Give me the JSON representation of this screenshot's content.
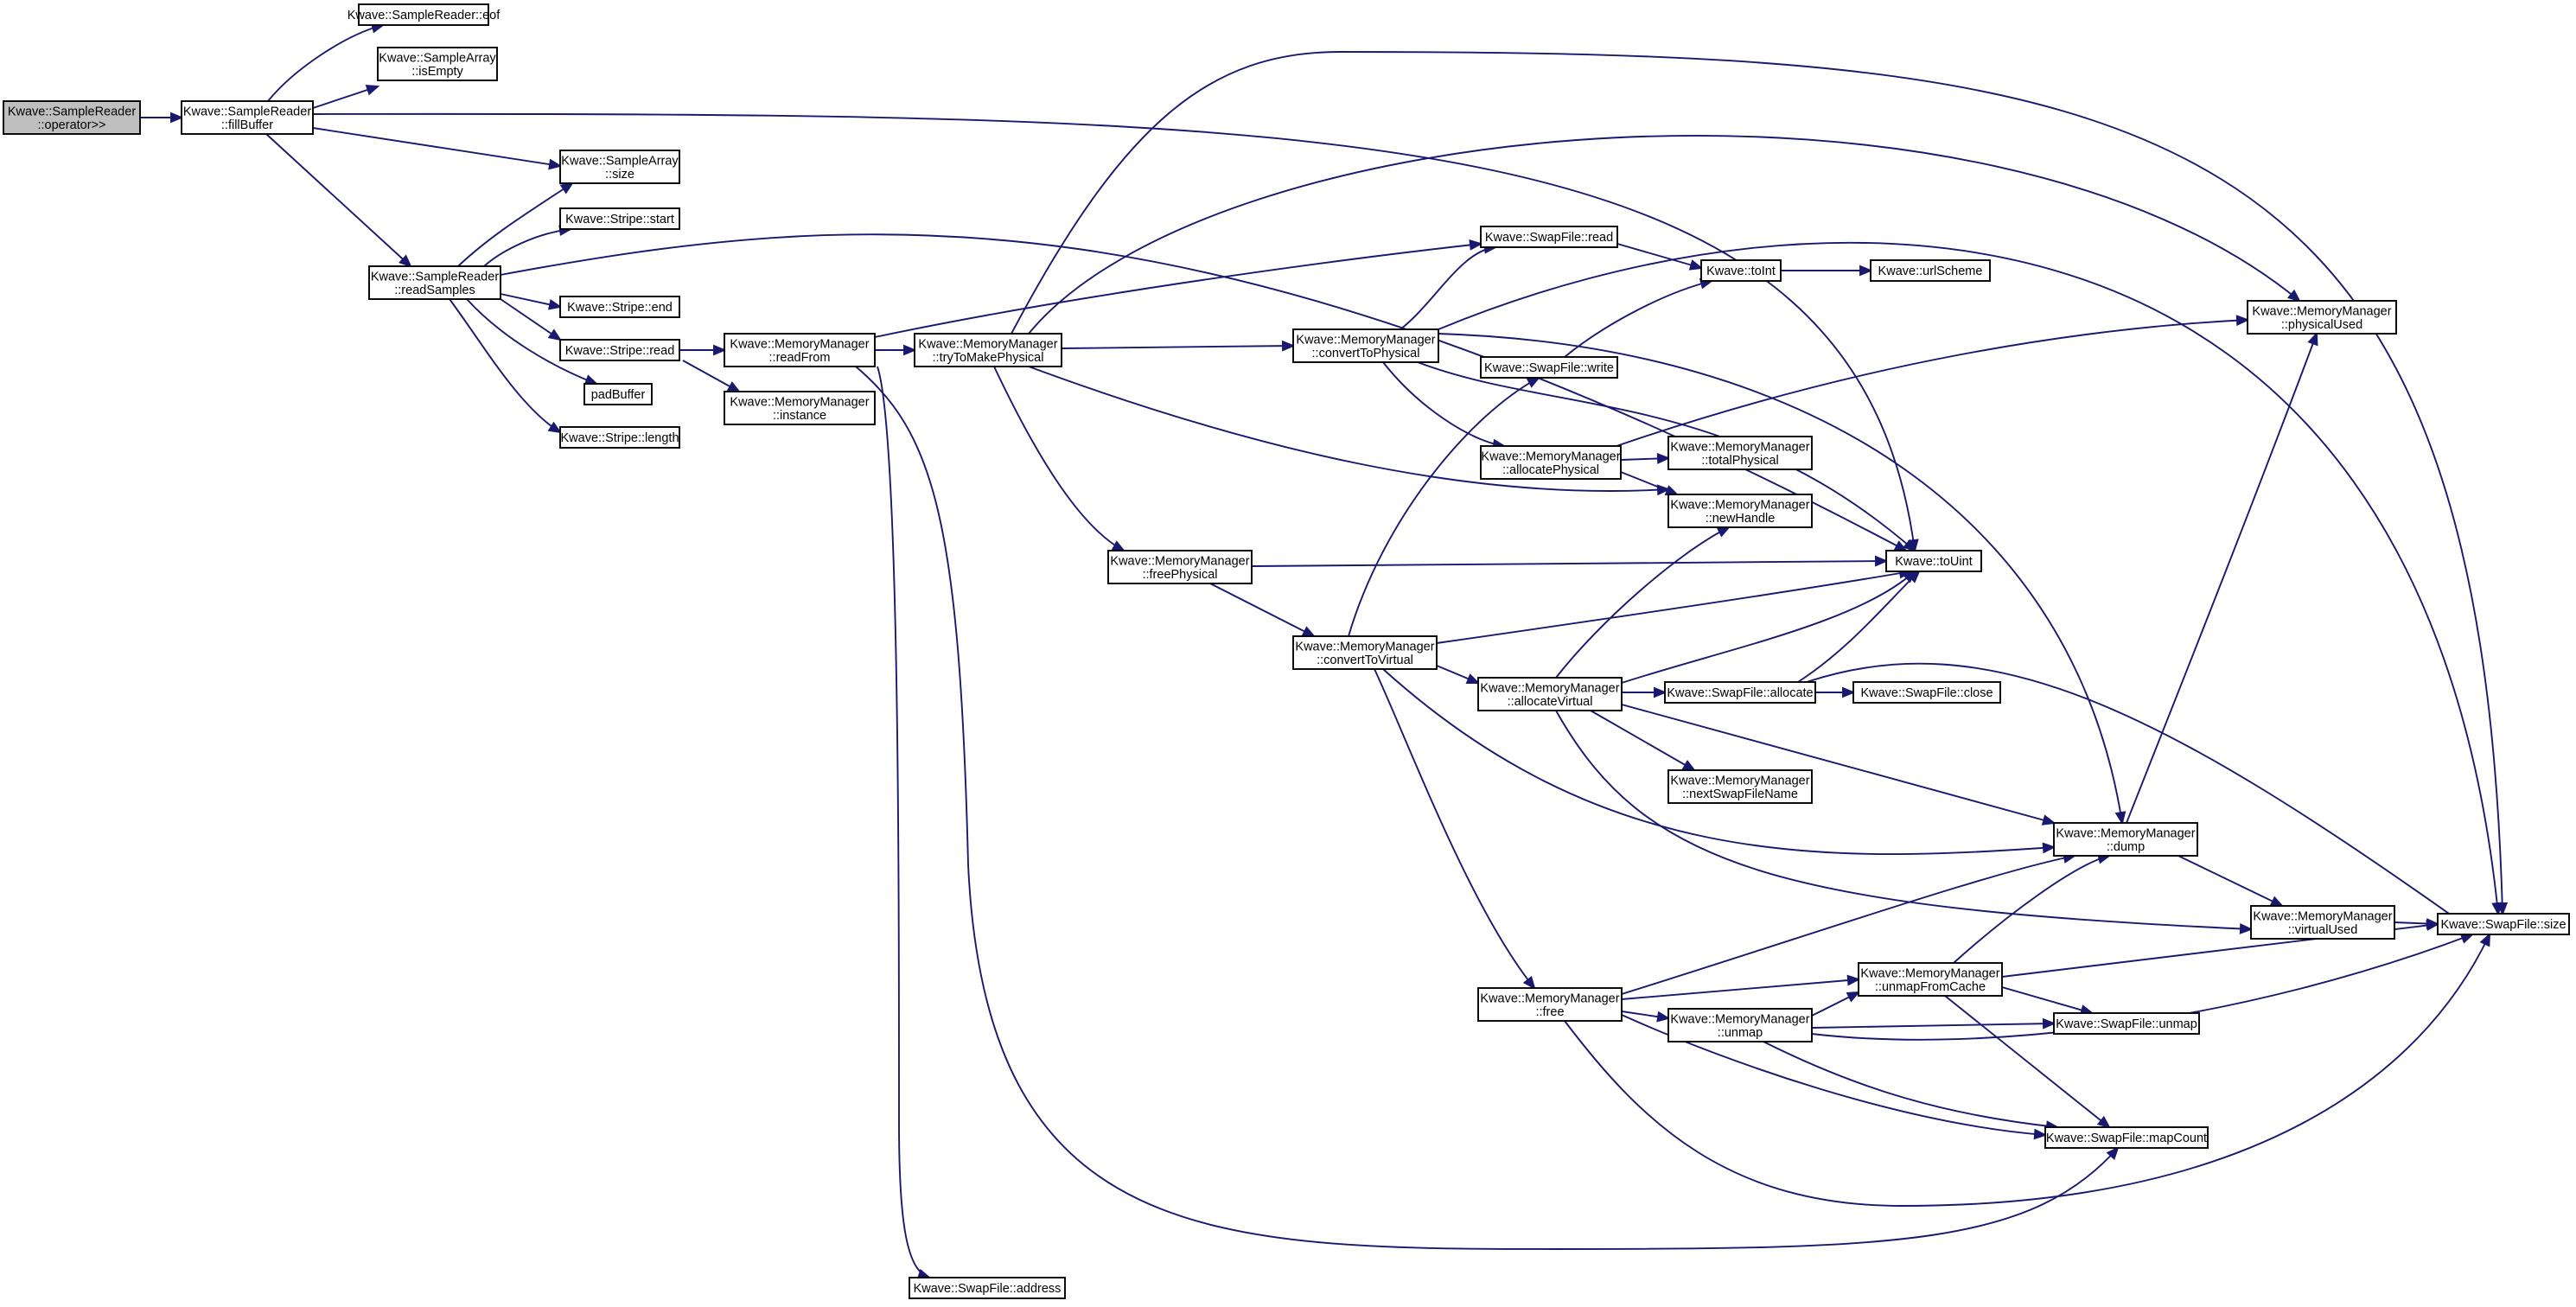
{
  "graph": {
    "title": "",
    "colors": {
      "edge": "#191970",
      "node_border": "#000000",
      "node_fill": "#ffffff",
      "root_fill": "#bfbfbf"
    },
    "nodes": [
      {
        "id": "sr_op",
        "lines": [
          "Kwave::SampleReader",
          "::operator>>"
        ],
        "root": true
      },
      {
        "id": "sr_fill",
        "lines": [
          "Kwave::SampleReader",
          "::fillBuffer"
        ]
      },
      {
        "id": "sr_eof",
        "lines": [
          "Kwave::SampleReader::eof"
        ]
      },
      {
        "id": "sa_isempty",
        "lines": [
          "Kwave::SampleArray",
          "::isEmpty"
        ]
      },
      {
        "id": "sa_size",
        "lines": [
          "Kwave::SampleArray",
          "::size"
        ]
      },
      {
        "id": "sr_read",
        "lines": [
          "Kwave::SampleReader",
          "::readSamples"
        ]
      },
      {
        "id": "st_start",
        "lines": [
          "Kwave::Stripe::start"
        ]
      },
      {
        "id": "st_end",
        "lines": [
          "Kwave::Stripe::end"
        ]
      },
      {
        "id": "st_read",
        "lines": [
          "Kwave::Stripe::read"
        ]
      },
      {
        "id": "padbuf",
        "lines": [
          "padBuffer"
        ]
      },
      {
        "id": "st_length",
        "lines": [
          "Kwave::Stripe::length"
        ]
      },
      {
        "id": "mm_readfrom",
        "lines": [
          "Kwave::MemoryManager",
          "::readFrom"
        ]
      },
      {
        "id": "mm_instance",
        "lines": [
          "Kwave::MemoryManager",
          "::instance"
        ]
      },
      {
        "id": "mm_trymake",
        "lines": [
          "Kwave::MemoryManager",
          "::tryToMakePhysical"
        ]
      },
      {
        "id": "swf_address",
        "lines": [
          "Kwave::SwapFile::address"
        ]
      },
      {
        "id": "mm_freephys",
        "lines": [
          "Kwave::MemoryManager",
          "::freePhysical"
        ]
      },
      {
        "id": "mm_convphys",
        "lines": [
          "Kwave::MemoryManager",
          "::convertToPhysical"
        ]
      },
      {
        "id": "swf_read",
        "lines": [
          "Kwave::SwapFile::read"
        ]
      },
      {
        "id": "toint",
        "lines": [
          "Kwave::toInt"
        ]
      },
      {
        "id": "urlscheme",
        "lines": [
          "Kwave::urlScheme"
        ]
      },
      {
        "id": "swf_write",
        "lines": [
          "Kwave::SwapFile::write"
        ]
      },
      {
        "id": "mm_physused",
        "lines": [
          "Kwave::MemoryManager",
          "::physicalUsed"
        ]
      },
      {
        "id": "mm_allocphys",
        "lines": [
          "Kwave::MemoryManager",
          "::allocatePhysical"
        ]
      },
      {
        "id": "mm_totalphys",
        "lines": [
          "Kwave::MemoryManager",
          "::totalPhysical"
        ]
      },
      {
        "id": "mm_newhandle",
        "lines": [
          "Kwave::MemoryManager",
          "::newHandle"
        ]
      },
      {
        "id": "touint",
        "lines": [
          "Kwave::toUint"
        ]
      },
      {
        "id": "mm_convvirt",
        "lines": [
          "Kwave::MemoryManager",
          "::convertToVirtual"
        ]
      },
      {
        "id": "mm_allocvirt",
        "lines": [
          "Kwave::MemoryManager",
          "::allocateVirtual"
        ]
      },
      {
        "id": "swf_allocate",
        "lines": [
          "Kwave::SwapFile::allocate"
        ]
      },
      {
        "id": "swf_close",
        "lines": [
          "Kwave::SwapFile::close"
        ]
      },
      {
        "id": "mm_nextswap",
        "lines": [
          "Kwave::MemoryManager",
          "::nextSwapFileName"
        ]
      },
      {
        "id": "mm_dump",
        "lines": [
          "Kwave::MemoryManager",
          "::dump"
        ]
      },
      {
        "id": "mm_virtused",
        "lines": [
          "Kwave::MemoryManager",
          "::virtualUsed"
        ]
      },
      {
        "id": "swf_size",
        "lines": [
          "Kwave::SwapFile::size"
        ]
      },
      {
        "id": "mm_free",
        "lines": [
          "Kwave::MemoryManager",
          "::free"
        ]
      },
      {
        "id": "mm_unmapcache",
        "lines": [
          "Kwave::MemoryManager",
          "::unmapFromCache"
        ]
      },
      {
        "id": "mm_unmap",
        "lines": [
          "Kwave::MemoryManager",
          "::unmap"
        ]
      },
      {
        "id": "swf_unmap",
        "lines": [
          "Kwave::SwapFile::unmap"
        ]
      },
      {
        "id": "swf_mapcount",
        "lines": [
          "Kwave::SwapFile::mapCount"
        ]
      }
    ],
    "edges": [
      [
        "sr_op",
        "sr_fill"
      ],
      [
        "sr_fill",
        "sr_eof"
      ],
      [
        "sr_fill",
        "sa_isempty"
      ],
      [
        "sr_fill",
        "sa_size"
      ],
      [
        "sr_fill",
        "sr_read"
      ],
      [
        "sr_fill",
        "touint"
      ],
      [
        "sr_read",
        "sa_size"
      ],
      [
        "sr_read",
        "st_start"
      ],
      [
        "sr_read",
        "st_end"
      ],
      [
        "sr_read",
        "st_read"
      ],
      [
        "sr_read",
        "padbuf"
      ],
      [
        "sr_read",
        "st_length"
      ],
      [
        "sr_read",
        "touint"
      ],
      [
        "st_read",
        "mm_readfrom"
      ],
      [
        "st_read",
        "mm_instance"
      ],
      [
        "mm_readfrom",
        "mm_trymake"
      ],
      [
        "mm_readfrom",
        "swf_read"
      ],
      [
        "mm_readfrom",
        "swf_address"
      ],
      [
        "mm_readfrom",
        "swf_mapcount"
      ],
      [
        "mm_trymake",
        "mm_convphys"
      ],
      [
        "mm_trymake",
        "mm_freephys"
      ],
      [
        "mm_trymake",
        "mm_newhandle"
      ],
      [
        "mm_trymake",
        "mm_physused"
      ],
      [
        "mm_trymake",
        "swf_size"
      ],
      [
        "mm_convphys",
        "swf_read"
      ],
      [
        "mm_convphys",
        "mm_allocphys"
      ],
      [
        "mm_convphys",
        "touint"
      ],
      [
        "mm_convphys",
        "mm_dump"
      ],
      [
        "mm_convphys",
        "swf_size"
      ],
      [
        "swf_read",
        "toint"
      ],
      [
        "toint",
        "urlscheme"
      ],
      [
        "swf_write",
        "toint"
      ],
      [
        "mm_allocphys",
        "mm_totalphys"
      ],
      [
        "mm_allocphys",
        "mm_newhandle"
      ],
      [
        "mm_allocphys",
        "mm_physused"
      ],
      [
        "mm_freephys",
        "touint"
      ],
      [
        "mm_freephys",
        "mm_convvirt"
      ],
      [
        "mm_convvirt",
        "swf_write"
      ],
      [
        "mm_convvirt",
        "touint"
      ],
      [
        "mm_convvirt",
        "mm_allocvirt"
      ],
      [
        "mm_convvirt",
        "mm_dump"
      ],
      [
        "mm_convvirt",
        "mm_free"
      ],
      [
        "mm_allocvirt",
        "mm_newhandle"
      ],
      [
        "mm_allocvirt",
        "touint"
      ],
      [
        "mm_allocvirt",
        "swf_allocate"
      ],
      [
        "mm_allocvirt",
        "mm_nextswap"
      ],
      [
        "mm_allocvirt",
        "mm_dump"
      ],
      [
        "mm_allocvirt",
        "mm_virtused"
      ],
      [
        "swf_allocate",
        "touint"
      ],
      [
        "swf_allocate",
        "swf_close"
      ],
      [
        "swf_allocate",
        "swf_size"
      ],
      [
        "mm_dump",
        "mm_physused"
      ],
      [
        "mm_dump",
        "mm_virtused"
      ],
      [
        "mm_virtused",
        "swf_size"
      ],
      [
        "mm_free",
        "mm_dump"
      ],
      [
        "mm_free",
        "mm_unmapcache"
      ],
      [
        "mm_free",
        "mm_unmap"
      ],
      [
        "mm_free",
        "swf_mapcount"
      ],
      [
        "mm_free",
        "swf_size"
      ],
      [
        "mm_unmap",
        "mm_unmapcache"
      ],
      [
        "mm_unmap",
        "swf_unmap"
      ],
      [
        "mm_unmap",
        "swf_mapcount"
      ],
      [
        "mm_unmap",
        "swf_size"
      ],
      [
        "mm_unmapcache",
        "mm_dump"
      ],
      [
        "mm_unmapcache",
        "swf_size"
      ],
      [
        "mm_unmapcache",
        "swf_unmap"
      ],
      [
        "mm_unmapcache",
        "swf_mapcount"
      ]
    ]
  }
}
